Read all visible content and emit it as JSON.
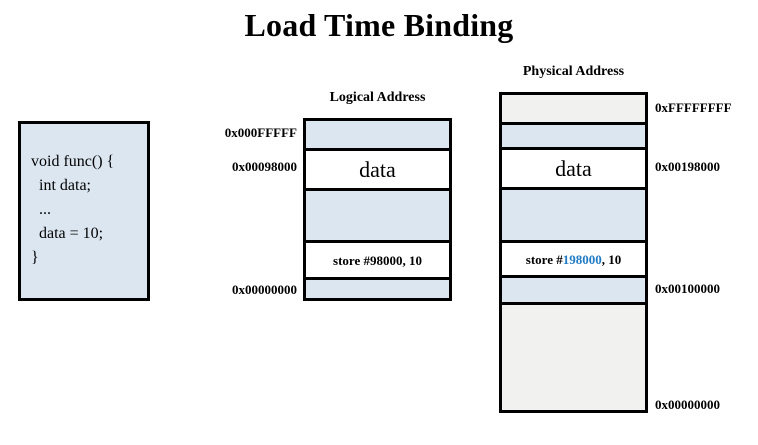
{
  "slide": {
    "title": "Load Time Binding",
    "background_color": "#ffffff"
  },
  "colors": {
    "cell_blue": "#dce6f1",
    "cell_gray": "#f1f1f0",
    "cell_white": "#ffffff",
    "border": "#000000",
    "highlight_blue": "#1f7bc4"
  },
  "code_box": {
    "lines": [
      "void func() {",
      "  int data;",
      "  ...",
      "  data = 10;",
      "}"
    ]
  },
  "logical": {
    "header": "Logical Address",
    "cells": [
      {
        "fill": "blue",
        "text": ""
      },
      {
        "fill": "white",
        "text": "data"
      },
      {
        "fill": "blue",
        "text": ""
      },
      {
        "fill": "white",
        "text": "store #98000, 10"
      },
      {
        "fill": "blue",
        "text": ""
      }
    ],
    "store_instruction": {
      "prefix": "store #",
      "address": "98000",
      "suffix": ", 10",
      "address_highlighted": false
    },
    "addresses": [
      {
        "label": "0x000FFFFF"
      },
      {
        "label": "0x00098000"
      },
      {
        "label": "0x00000000"
      }
    ]
  },
  "physical": {
    "header": "Physical Address",
    "cells": [
      {
        "fill": "gray",
        "text": ""
      },
      {
        "fill": "blue",
        "text": ""
      },
      {
        "fill": "white",
        "text": "data"
      },
      {
        "fill": "blue",
        "text": ""
      },
      {
        "fill": "white",
        "text": "store #198000, 10"
      },
      {
        "fill": "blue",
        "text": ""
      },
      {
        "fill": "gray",
        "text": ""
      }
    ],
    "store_instruction": {
      "prefix": "store #",
      "address": "198000",
      "suffix": ", 10",
      "address_highlighted": true
    },
    "addresses": [
      {
        "label": "0xFFFFFFFF"
      },
      {
        "label": "0x00198000"
      },
      {
        "label": "0x00100000"
      },
      {
        "label": "0x00000000"
      }
    ]
  }
}
